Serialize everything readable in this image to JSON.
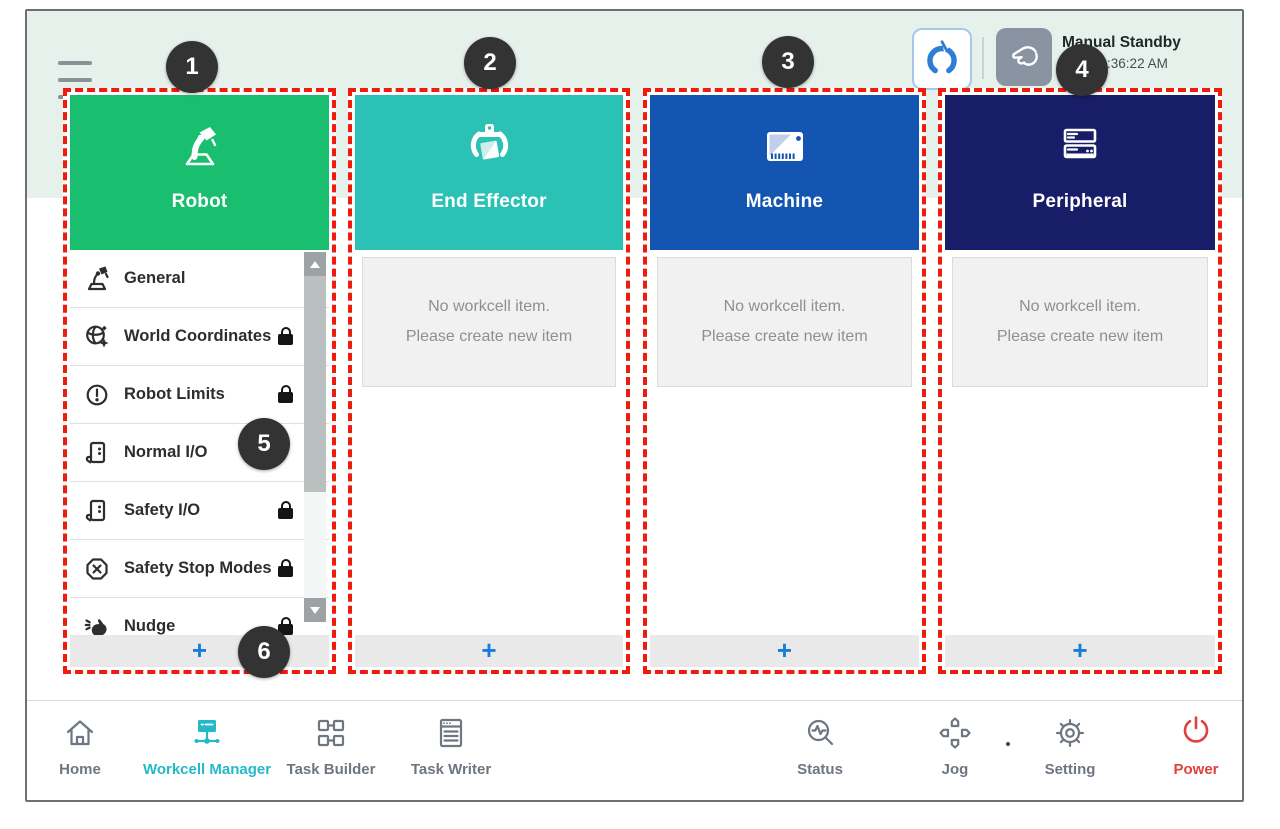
{
  "topbar": {
    "status_label": "Manual Standby",
    "timestamp": "2.22 10:36:22 AM"
  },
  "callouts": [
    "1",
    "2",
    "3",
    "4",
    "5",
    "6"
  ],
  "columns": [
    {
      "label": "Robot",
      "color": "#19bf6e",
      "add_label": "+",
      "items": [
        {
          "label": "General",
          "locked": false
        },
        {
          "label": "World Coordinates",
          "locked": true
        },
        {
          "label": "Robot Limits",
          "locked": true
        },
        {
          "label": "Normal I/O",
          "locked": false
        },
        {
          "label": "Safety I/O",
          "locked": true
        },
        {
          "label": "Safety Stop Modes",
          "locked": true
        },
        {
          "label": "Nudge",
          "locked": true
        }
      ]
    },
    {
      "label": "End Effector",
      "color": "#2bc2b5",
      "add_label": "+",
      "empty_line1": "No workcell item.",
      "empty_line2": "Please create new item"
    },
    {
      "label": "Machine",
      "color": "#1355b1",
      "add_label": "+",
      "empty_line1": "No workcell item.",
      "empty_line2": "Please create new item"
    },
    {
      "label": "Peripheral",
      "color": "#181d67",
      "add_label": "+",
      "empty_line1": "No workcell item.",
      "empty_line2": "Please create new item"
    }
  ],
  "nav": {
    "items": [
      {
        "label": "Home",
        "active": false
      },
      {
        "label": "Workcell Manager",
        "active": true
      },
      {
        "label": "Task Builder",
        "active": false
      },
      {
        "label": "Task Writer",
        "active": false
      },
      {
        "label": "Status",
        "active": false
      },
      {
        "label": "Jog",
        "active": false
      },
      {
        "label": "Setting",
        "active": false
      },
      {
        "label": "Power",
        "active": false
      }
    ]
  },
  "colors": {
    "robot_green": "#19bf6e",
    "end_effector_teal": "#2bc2b5",
    "machine_blue": "#1355b1",
    "peripheral_navy": "#181d67",
    "active_nav_teal": "#25b9c8",
    "power_red": "#e2403e",
    "annotation_red": "#ee1c0c",
    "callout_bg": "#333333",
    "top_band": "#e6f1ec",
    "add_button_blue": "#1b7cd6"
  }
}
